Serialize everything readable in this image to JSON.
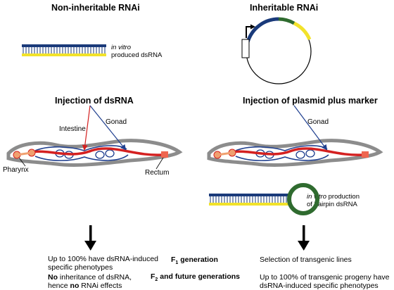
{
  "headings": {
    "left_title": "Non-inheritable RNAi",
    "right_title": "Inheritable RNAi",
    "left_injection": "Injection of dsRNA",
    "right_injection": "Injection of plasmid plus marker"
  },
  "dsrna_caption": {
    "italic": "in vitro",
    "rest": "produced dsRNA"
  },
  "hairpin_caption": {
    "italic": "in vitro",
    "rest_line1": " production",
    "line2": "of hairpin dsRNA"
  },
  "worm_labels": {
    "intestine": "Intestine",
    "gonad_left": "Gonad",
    "gonad_right": "Gonad",
    "pharynx": "Pharynx",
    "rectum": "Rectum"
  },
  "generations": {
    "f1_prefix": "F",
    "f1_sub": "1",
    "f1_suffix": " generation",
    "f2_prefix": "F",
    "f2_sub": "2",
    "f2_suffix": " and future generations"
  },
  "outcomes": {
    "left_f1_line1": "Up to 100% have dsRNA-induced",
    "left_f1_line2": "specific phenotypes",
    "left_f2_no1": "No",
    "left_f2_rest1": " inheritance of dsRNA,",
    "left_f2_prefix2": "hence ",
    "left_f2_no2": "no",
    "left_f2_rest2": " RNAi effects",
    "right_f1": "Selection of transgenic lines",
    "right_f2_line1": "Up to 100% of transgenic progeny have",
    "right_f2_line2": "dsRNA-induced specific phenotypes"
  },
  "colors": {
    "dsrna_blue": "#1a3a7a",
    "dsrna_yellow": "#f2e22a",
    "plasmid_green": "#2f6b2f",
    "intestine_red": "#d42020",
    "gonad_blue": "#1f3f8f",
    "worm_gray": "#8c8c8c",
    "pharynx_orange": "#f0a070",
    "rectum_salmon": "#ee6650"
  }
}
